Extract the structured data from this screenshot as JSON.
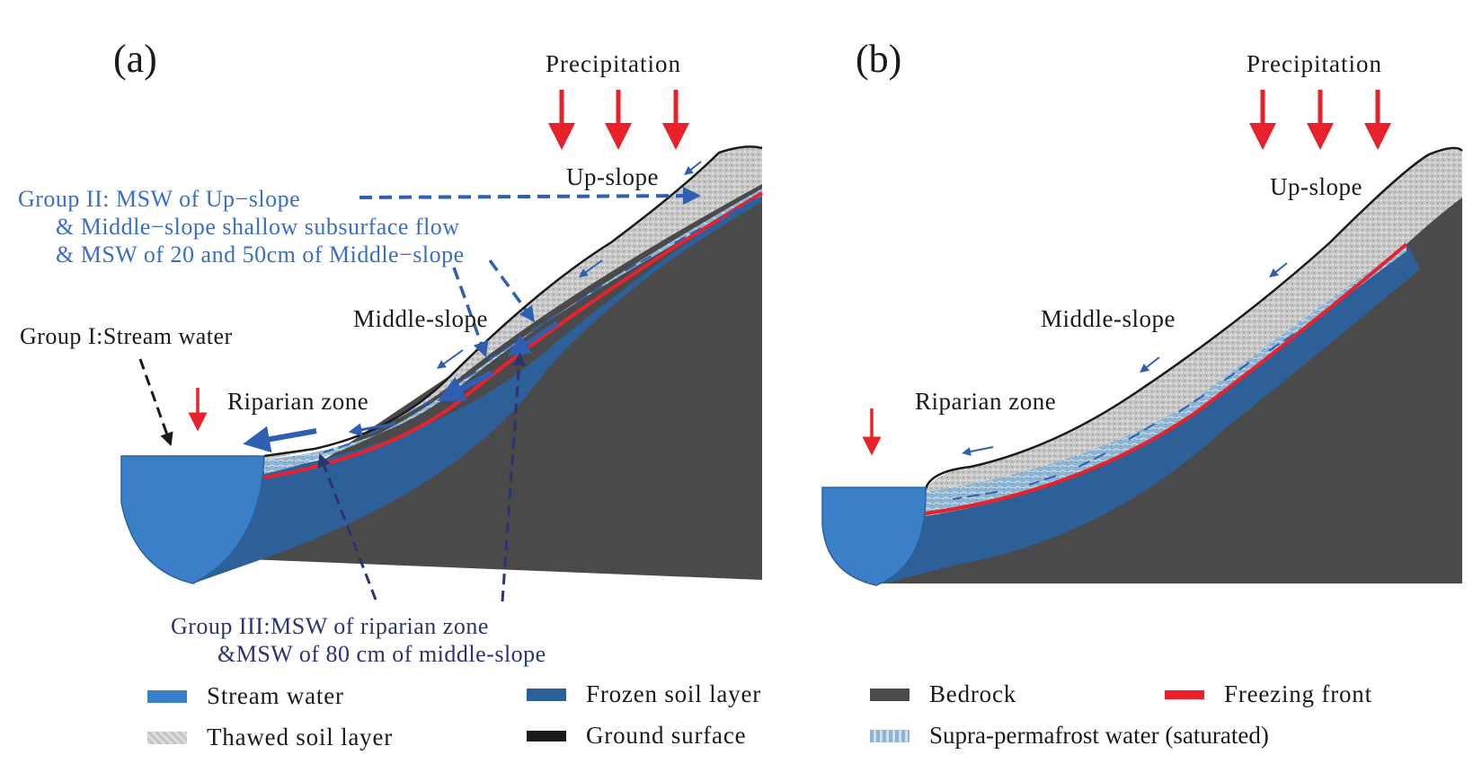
{
  "panel_a": {
    "label": "(a)",
    "precipitation": "Precipitation",
    "up_slope": "Up-slope",
    "middle_slope": "Middle-slope",
    "riparian": "Riparian zone",
    "group1": "Group I:Stream water",
    "group2": {
      "line1": "Group II: MSW of Up−slope",
      "line2": "& Middle−slope shallow subsurface flow",
      "line3": "& MSW of 20 and 50cm of Middle−slope"
    },
    "group3": {
      "line1": "Group III:MSW of riparian zone",
      "line2": "&MSW of 80 cm of middle-slope"
    }
  },
  "panel_b": {
    "label": "(b)",
    "precipitation": "Precipitation",
    "up_slope": "Up-slope",
    "middle_slope": "Middle-slope",
    "riparian": "Riparian zone"
  },
  "legend": [
    {
      "label": "Stream water",
      "color": "#3a7fc8",
      "kind": "stream"
    },
    {
      "label": "Frozen soil layer",
      "color": "#2d5f98",
      "kind": "frozen"
    },
    {
      "label": "Bedrock",
      "color": "#4a4a4a",
      "kind": "bedrock"
    },
    {
      "label": "Freezing front",
      "color": "#e8212a",
      "kind": "front"
    },
    {
      "label": "Thawed soil layer",
      "color": "#d4d4d4",
      "kind": "thawed"
    },
    {
      "label": "Ground surface",
      "color": "#1a1a1a",
      "kind": "ground"
    },
    {
      "label": "Supra-permafrost water (saturated)",
      "color": "#a9c9dd",
      "kind": "water"
    }
  ],
  "colors": {
    "stream": "#3a7fc8",
    "frozen": "#2d5f98",
    "bedrock": "#4a4a4a",
    "thawed": "#c9c9c9",
    "front": "#e8212a",
    "precip_arrow": "#e8212a",
    "group2_arrow": "#2f5fb3",
    "group3_arrow": "#2a3470",
    "flow_arrow": "#2f5fb3"
  }
}
